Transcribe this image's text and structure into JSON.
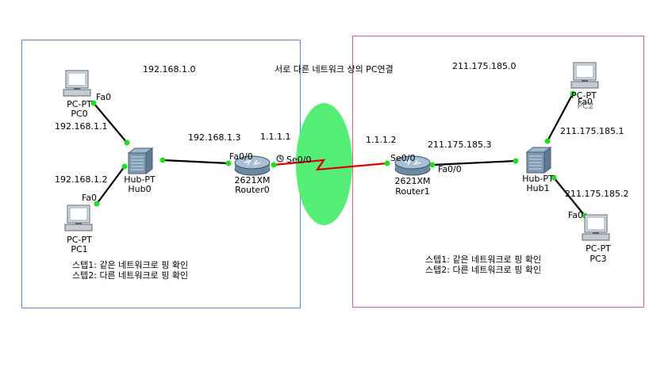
{
  "colors": {
    "left_area": "#4f8fef",
    "right_area": "#e36470",
    "ethernet": "#000000",
    "serial": "#e00000",
    "port_dot": "#22dd22",
    "cloud": "#55ee77"
  },
  "title": "서로 다른 네트워크 상의 PC연결",
  "left": {
    "network": "192.168.1.0",
    "pc0": {
      "type": "PC-PT",
      "name": "PC0",
      "port": "Fa0",
      "ip": "192.168.1.1"
    },
    "pc1": {
      "type": "PC-PT",
      "name": "PC1",
      "port": "Fa0",
      "ip": "192.168.1.2"
    },
    "hub": {
      "type": "Hub-PT",
      "name": "Hub0"
    },
    "router": {
      "model": "2621XM",
      "name": "Router0",
      "fa_port": "Fa0/0",
      "se_port": "Se0/0",
      "fa_ip": "192.168.1.3",
      "se_ip": "1.1.1.1"
    },
    "steps": [
      "스텝1: 같은 네트워크로 핑 확인",
      "스텝2: 다른 네트워크로 핑 확인"
    ]
  },
  "right": {
    "network": "211.175.185.0",
    "pc2": {
      "type": "PC-PT",
      "name": "PC2",
      "port": "Fa0"
    },
    "pc3": {
      "type": "PC-PT",
      "name": "PC3",
      "port": "Fa0",
      "ip": "211.175.185.2"
    },
    "hub": {
      "type": "Hub-PT",
      "name": "Hub1",
      "ip_label": "211.175.185.1"
    },
    "router": {
      "model": "2621XM",
      "name": "Router1",
      "fa_port": "Fa0/0",
      "se_port": "Se0/0",
      "fa_ip": "211.175.185.3",
      "se_ip": "1.1.1.2"
    },
    "steps": [
      "스텝1: 같은 네트워크로 핑 확인",
      "스텝2: 다른 네트워크로 핑 확인"
    ]
  }
}
